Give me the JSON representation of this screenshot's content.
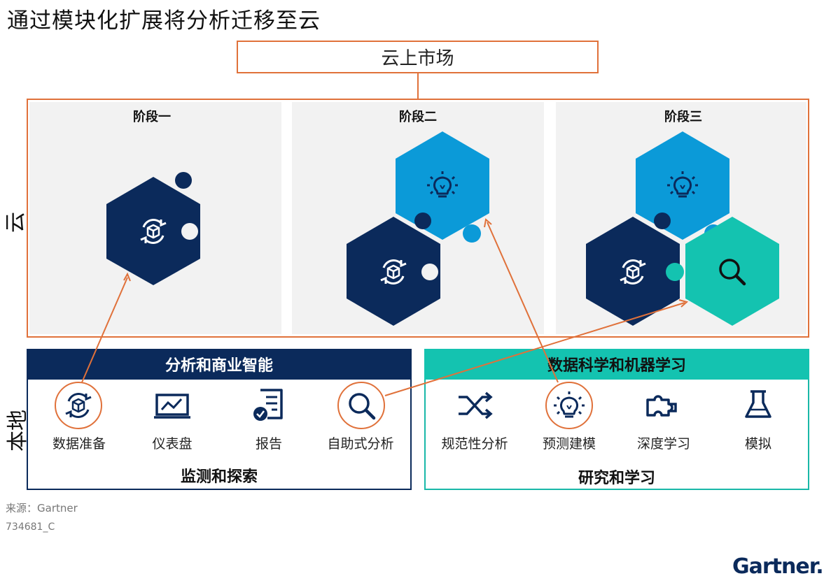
{
  "title": "通过模块化扩展将分析迁移至云",
  "cloud_market": "云上市场",
  "side_labels": {
    "cloud": "云",
    "local": "本地"
  },
  "stages": [
    "阶段一",
    "阶段二",
    "阶段三"
  ],
  "colors": {
    "accent": "#e0713a",
    "navy": "#0b2a5b",
    "blue": "#0b9ad8",
    "teal": "#14c3b0",
    "teal_border": "#19b8a8",
    "panel": "#f2f2f2"
  },
  "analytics_box": {
    "header": "分析和商业智能",
    "footer": "监测和探索",
    "items": [
      {
        "label": "数据准备",
        "icon": "data-prep-cycle-icon"
      },
      {
        "label": "仪表盘",
        "icon": "dashboard-monitor-icon"
      },
      {
        "label": "报告",
        "icon": "report-document-icon"
      },
      {
        "label": "自助式分析",
        "icon": "magnifier-icon"
      }
    ]
  },
  "ds_box": {
    "header": "数据科学和机器学习",
    "footer": "研究和学习",
    "items": [
      {
        "label": "规范性分析",
        "icon": "shuffle-arrows-icon"
      },
      {
        "label": "预测建模",
        "icon": "lightbulb-icon"
      },
      {
        "label": "深度学习",
        "icon": "puzzle-piece-icon"
      },
      {
        "label": "模拟",
        "icon": "flask-icon"
      }
    ]
  },
  "source": "来源：Gartner",
  "doc_id": "734681_C",
  "brand": "Gartner."
}
